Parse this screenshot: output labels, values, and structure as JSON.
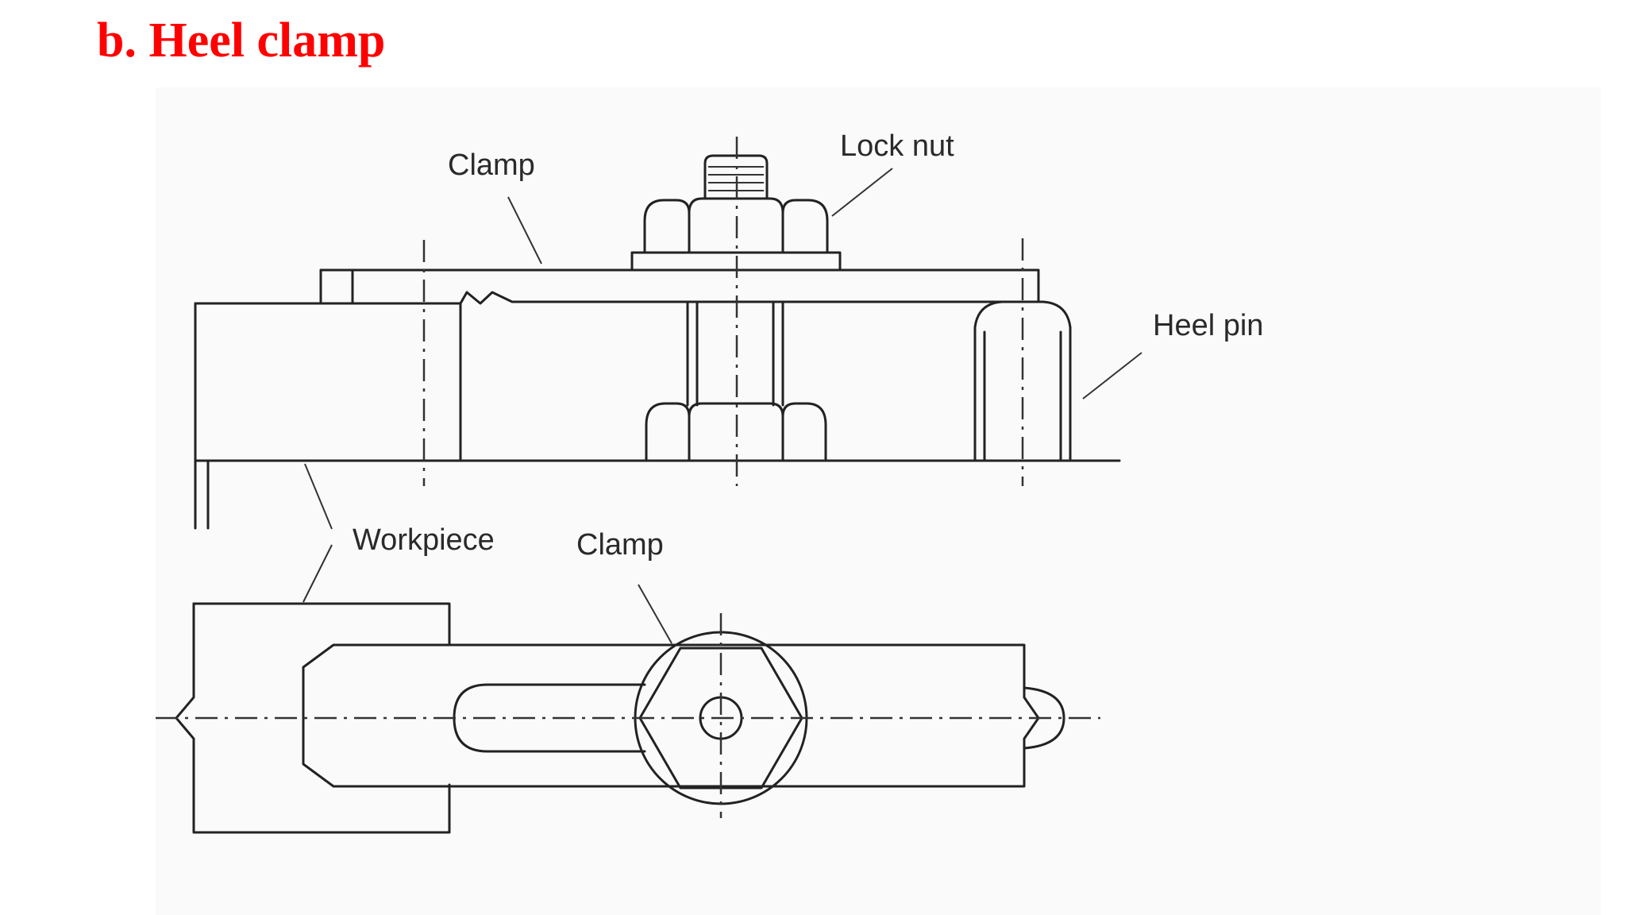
{
  "title": "b. Heel clamp",
  "labels": {
    "clamp_top": "Clamp",
    "lock_nut": "Lock nut",
    "heel_pin": "Heel pin",
    "workpiece": "Workpiece",
    "clamp_bottom": "Clamp"
  }
}
